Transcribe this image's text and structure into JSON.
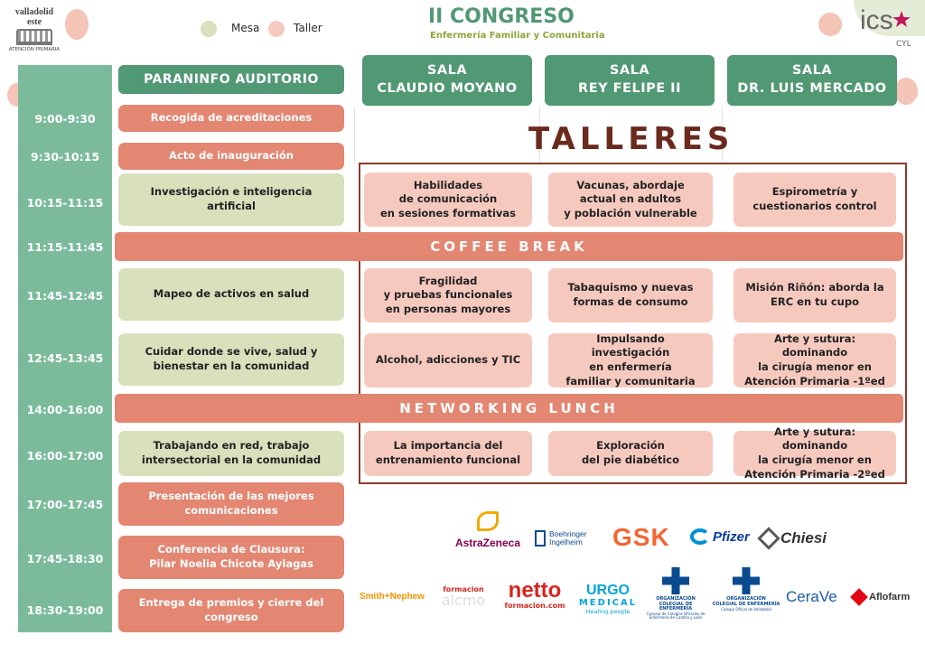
{
  "header": {
    "title": "II CONGRESO",
    "subtitle": "Enfermería Familiar y Comunitaria",
    "logo_left": {
      "line1": "valladolid",
      "line2": "este",
      "line3": "ATENCIÓN PRIMARIA"
    },
    "logo_right": {
      "main": "ics",
      "sub": "CYL"
    }
  },
  "legend": {
    "mesa": "Mesa",
    "taller": "Taller"
  },
  "colors": {
    "green": "#519874",
    "timecol": "#7bbb9c",
    "mesa": "#d9e0bc",
    "taller": "#f6c9bf",
    "dark": "#e38672",
    "box": "#8b3a2a",
    "talleres": "#6b2a1e"
  },
  "rooms": [
    "PARANINFO AUDITORIO",
    "SALA\nCLAUDIO MOYANO",
    "SALA\nREY FELIPE II",
    "SALA\nDR. LUIS MERCADO"
  ],
  "talleres_label": "TALLERES",
  "times": [
    "9:00-9:30",
    "9:30-10:15",
    "10:15-11:15",
    "11:15-11:45",
    "11:45-12:45",
    "12:45-13:45",
    "14:00-16:00",
    "16:00-17:00",
    "17:00-17:45",
    "17:45-18:30",
    "18:30-19:00"
  ],
  "banners": {
    "coffee": "COFFEE BREAK",
    "lunch": "NETWORKING LUNCH"
  },
  "auditorio": [
    "Recogida de acreditaciones",
    "Acto de inauguración",
    "Investigación e inteligencia artificial",
    "Mapeo de activos en salud",
    "Cuidar donde se vive, salud y\nbienestar en la comunidad",
    "Trabajando en red, trabajo\nintersectorial en la comunidad",
    "Presentación de las mejores\ncomunicaciones",
    "Conferencia de Clausura:\nPilar Noelia Chicote Aylagas",
    "Entrega de premios y cierre del\ncongreso"
  ],
  "workshops": {
    "moyano": [
      "Habilidades\nde comunicación\nen sesiones formativas",
      "Fragilidad\ny pruebas funcionales\nen personas mayores",
      "Alcohol, adicciones y TIC",
      "La importancia del\nentrenamiento funcional"
    ],
    "felipe": [
      "Vacunas, abordaje\nactual en adultos\ny población vulnerable",
      "Tabaquismo y nuevas\nformas de consumo",
      "Impulsando investigación\nen enfermería\nfamiliar y comunitaria",
      "Exploración\ndel pie diabético"
    ],
    "mercado": [
      "Espirometría y\ncuestionarios control",
      "Misión Riñón: aborda la\nERC en tu cupo",
      "Arte y sutura: dominando\nla cirugía menor en\nAtención Primaria -1ºed",
      "Arte y sutura: dominando\nla cirugía menor en\nAtención Primaria -2ºed"
    ]
  },
  "sponsors": {
    "astrazeneca": "AstraZeneca",
    "boehringer": "Boehringer\nIngelheim",
    "gsk": "GSK",
    "pfizer": "Pfizer",
    "chiesi": "Chiesi",
    "smithnephew": "Smith+Nephew",
    "formacion": "formacion",
    "formacion_alt": "alcmo",
    "netto": "netto",
    "netto_sub": "formacion.com",
    "urgo": "URGO",
    "urgo_sub": "MEDICAL",
    "urgo_tag": "Healing people",
    "org1": "ORGANIZACIÓN\nCOLEGIAL DE ENFERMERÍA",
    "org1_sub": "Consejo de Colegios Oficiales de\nEnfermería de Castilla y León",
    "org2": "ORGANIZACIÓN\nCOLEGIAL DE ENFERMERÍA",
    "org2_sub": "Colegio Oficial de Valladolid",
    "cerave": "CeraVe",
    "aflofarm": "Aflofarm"
  }
}
